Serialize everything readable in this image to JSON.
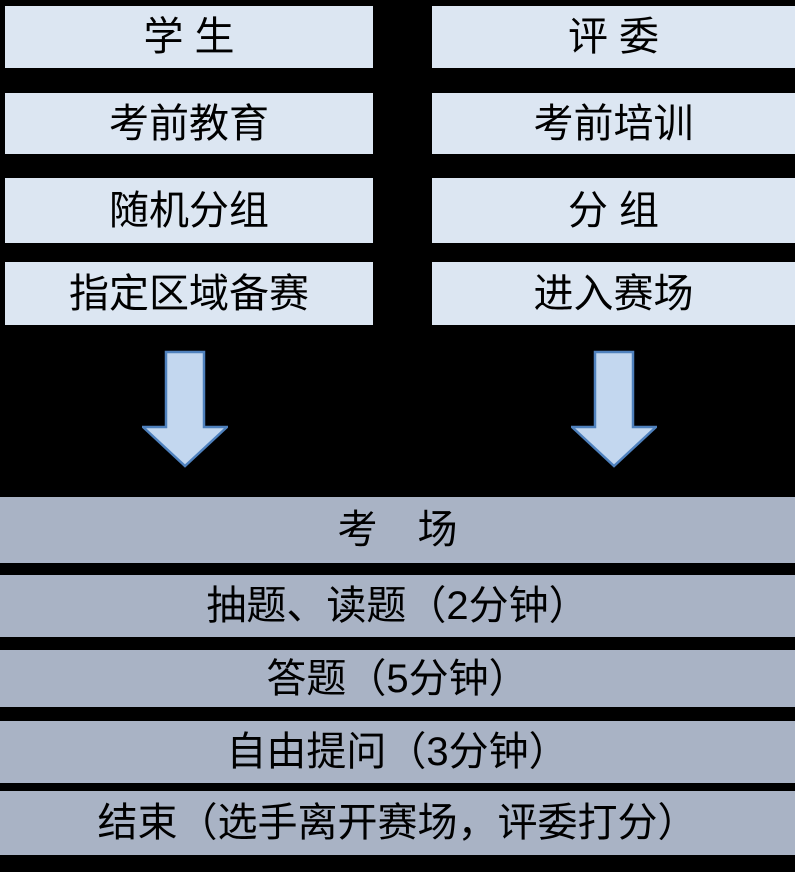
{
  "flowchart": {
    "left_column": {
      "steps": [
        "学 生",
        "考前教育",
        "随机分组",
        "指定区域备赛"
      ]
    },
    "right_column": {
      "steps": [
        "评 委",
        "考前培训",
        "分 组",
        "进入赛场"
      ]
    },
    "bottom_rows": [
      "考　场",
      "抽题、读题（2分钟）",
      "答题（5分钟）",
      "自由提问（3分钟）",
      "结束（选手离开赛场，评委打分）"
    ]
  },
  "icons": {
    "left_arrow": "down-arrow",
    "right_arrow": "down-arrow"
  },
  "colors": {
    "background": "#000000",
    "step_box_fill": "#dce6f2",
    "bottom_row_fill": "#a9b3c5",
    "arrow_fill": "#c3d7ef",
    "arrow_border": "#4f81bd",
    "text": "#000000"
  }
}
